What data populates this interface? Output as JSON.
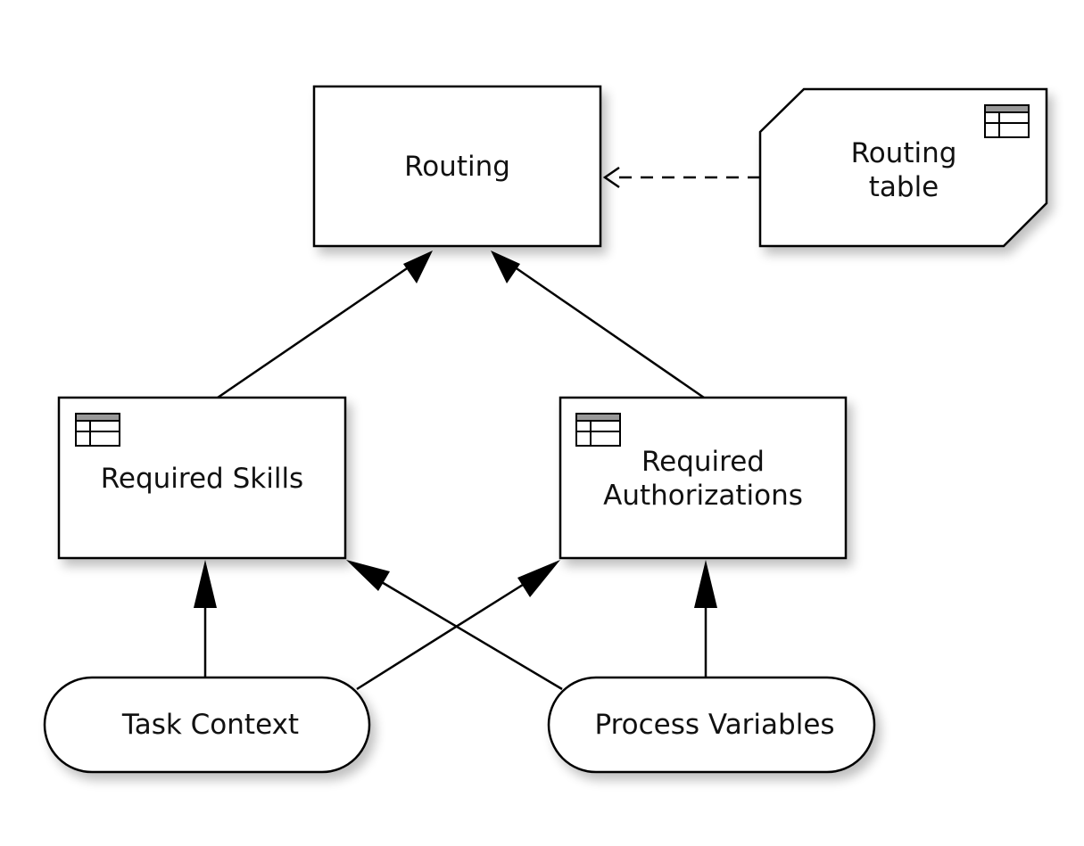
{
  "nodes": {
    "routing": {
      "label": "Routing"
    },
    "routing_table": {
      "label_line1": "Routing",
      "label_line2": "table"
    },
    "required_skills": {
      "label": "Required Skills"
    },
    "required_authorizations": {
      "label_line1": "Required",
      "label_line2": "Authorizations"
    },
    "task_context": {
      "label": "Task Context"
    },
    "process_variables": {
      "label": "Process Variables"
    }
  },
  "edges": [
    {
      "from": "routing_table",
      "to": "routing",
      "style": "dashed",
      "head": "open"
    },
    {
      "from": "required_skills",
      "to": "routing",
      "style": "solid",
      "head": "filled"
    },
    {
      "from": "required_authorizations",
      "to": "routing",
      "style": "solid",
      "head": "filled"
    },
    {
      "from": "task_context",
      "to": "required_skills",
      "style": "solid",
      "head": "filled"
    },
    {
      "from": "task_context",
      "to": "required_authorizations",
      "style": "solid",
      "head": "filled"
    },
    {
      "from": "process_variables",
      "to": "required_skills",
      "style": "solid",
      "head": "filled"
    },
    {
      "from": "process_variables",
      "to": "required_authorizations",
      "style": "solid",
      "head": "filled"
    }
  ],
  "icons": [
    "table-icon"
  ],
  "colors": {
    "stroke": "#000000",
    "fill": "#ffffff",
    "icon_header": "#999999",
    "shadow": "#cccccc"
  }
}
